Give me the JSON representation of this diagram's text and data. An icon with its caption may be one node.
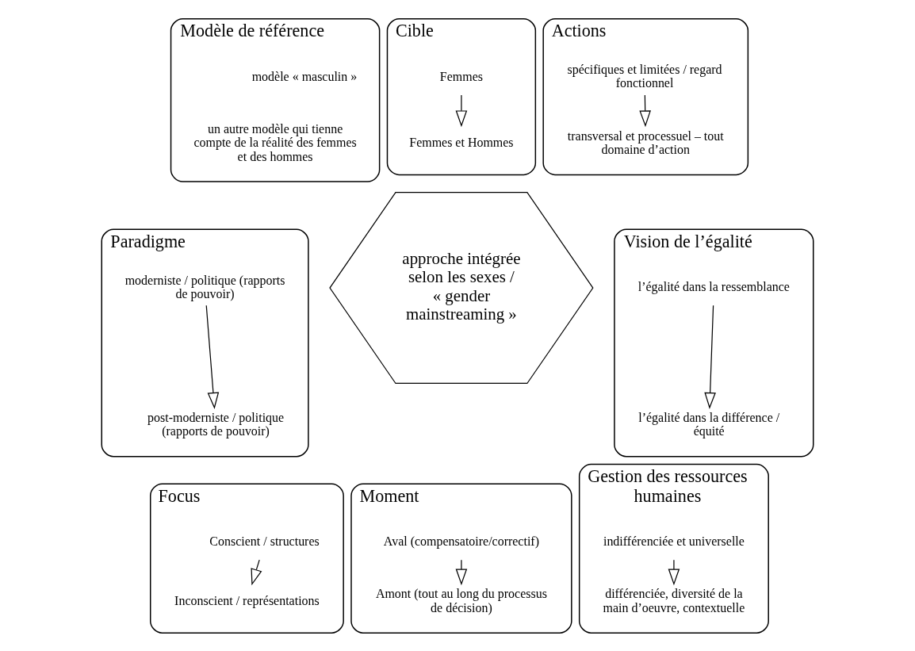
{
  "diagram": {
    "nodes": [
      {
        "text": [
          "Modèle de référence"
        ]
      },
      {
        "text": [
          "modèle « masculin »"
        ],
        "in": 0
      },
      {
        "text": [
          "un autre modèle qui tienne compte de la réalité des femmes et des hommes"
        ],
        "in": 0
      },
      {
        "text": [
          "Cible"
        ]
      },
      {
        "text": [
          "Femmes"
        ],
        "in": 3
      },
      {
        "text": [
          "Femmes et Hommes"
        ],
        "in": 3
      },
      {
        "text": [
          "Actions"
        ]
      },
      {
        "text": [
          "spécifiques et limitées / regard fonctionnel"
        ],
        "in": 6
      },
      {
        "text": [
          "transversal et processuel – tout domaine d’action"
        ],
        "in": 6
      },
      {
        "text": [
          "Paradigme"
        ]
      },
      {
        "text": [
          "moderniste / politique (rapports de pouvoir)"
        ],
        "in": 9
      },
      {
        "text": [
          "post-moderniste / politique (rapports de pouvoir)"
        ],
        "in": 9
      },
      {
        "text": [
          "approche intégrée selon les sexes / « gender mainstreaming »"
        ]
      },
      {
        "text": [
          "Vision de l’égalité"
        ]
      },
      {
        "text": [
          "l’égalité dans la ressemblance"
        ],
        "in": 13
      },
      {
        "text": [
          "l’égalité dans la différence / équité"
        ],
        "in": 13
      },
      {
        "text": [
          "Focus"
        ]
      },
      {
        "text": [
          "Conscient / structures"
        ],
        "in": 16
      },
      {
        "text": [
          "Inconscient / représentations"
        ],
        "in": 16
      },
      {
        "text": [
          "Moment"
        ]
      },
      {
        "text": [
          "Aval (compensatoire/correctif)"
        ],
        "in": 19
      },
      {
        "text": [
          "Amont (tout au long du processus de décision)"
        ],
        "in": 19
      },
      {
        "text": [
          "Gestion des ressources humaines"
        ]
      },
      {
        "text": [
          "indifférenciée et universelle"
        ],
        "in": 22
      },
      {
        "text": [
          "différenciée, diversité de la main d’oeuvre, contextuelle"
        ],
        "in": 22
      }
    ],
    "edges": [
      {
        "from": 4,
        "to": 5,
        "arrow": "to"
      },
      {
        "from": 7,
        "to": 8,
        "arrow": "to"
      },
      {
        "from": 10,
        "to": 11,
        "arrow": "to"
      },
      {
        "from": 14,
        "to": 15,
        "arrow": "to"
      },
      {
        "from": 17,
        "to": 18,
        "arrow": "to"
      },
      {
        "from": 20,
        "to": 21,
        "arrow": "to"
      },
      {
        "from": 23,
        "to": 24,
        "arrow": "to"
      }
    ]
  }
}
